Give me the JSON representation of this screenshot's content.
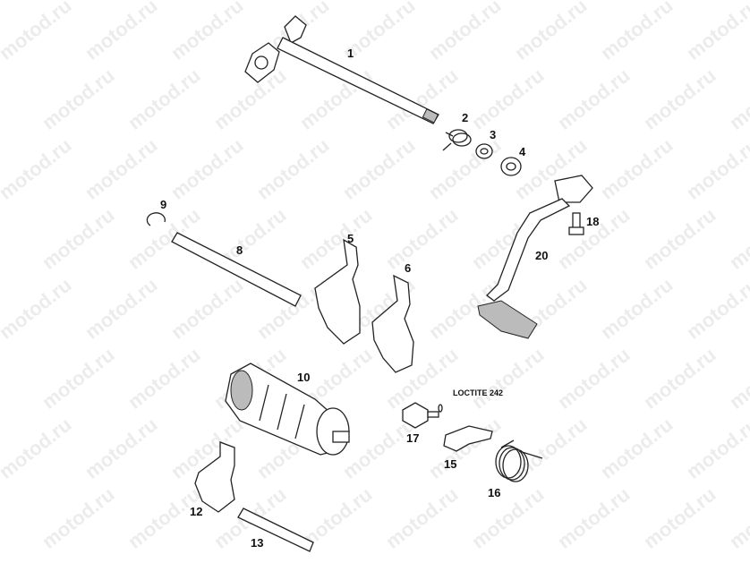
{
  "watermark": "motod.ru",
  "note": "LOCTITE 242",
  "parts": {
    "p1": "1",
    "p2": "2",
    "p3": "3",
    "p4": "4",
    "p5": "5",
    "p6": "6",
    "p8": "8",
    "p9": "9",
    "p10": "10",
    "p12": "12",
    "p13": "13",
    "p15": "15",
    "p16": "16",
    "p17": "17",
    "p18": "18",
    "p20": "20"
  }
}
